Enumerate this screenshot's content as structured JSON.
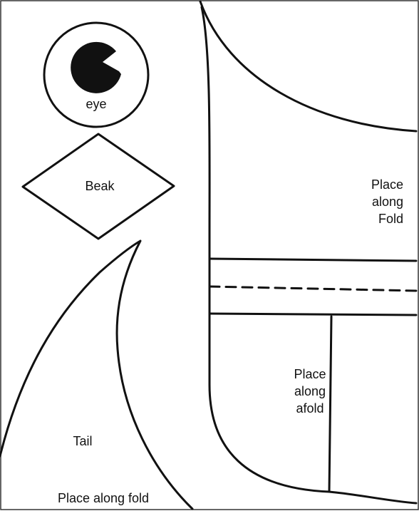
{
  "labels": {
    "eye": "eye",
    "beak": "Beak",
    "tail": "Tail",
    "tail_fold": "Place along fold",
    "body_fold_1": "Place",
    "body_fold_2": "along",
    "body_fold_3": "Fold",
    "wing_fold_1": "Place",
    "wing_fold_2": "along",
    "wing_fold_3": "afold"
  },
  "colors": {
    "ink": "#111111",
    "paper": "#ffffff"
  }
}
